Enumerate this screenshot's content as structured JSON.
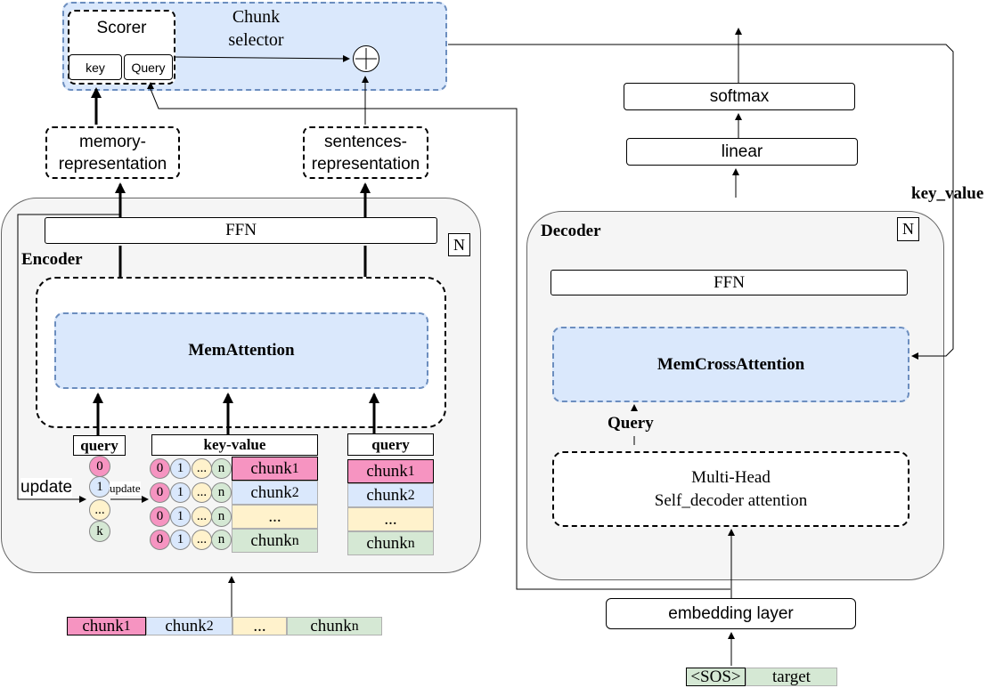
{
  "chunk_selector": {
    "title_line1": "Chunk",
    "title_line2": "selector",
    "plus": "⊕"
  },
  "scorer": {
    "title": "Scorer",
    "key": "key",
    "query": "Query"
  },
  "memory_representation": {
    "line1": "memory-",
    "line2": "representation"
  },
  "sentences_representation": {
    "line1": "sentences-",
    "line2": "representation"
  },
  "encoder": {
    "label": "Encoder",
    "ffn": "FFN",
    "n": "N",
    "mem_attention": "MemAttention",
    "update_left": "update",
    "update_small": "update"
  },
  "encoder_query_left": {
    "label": "query",
    "slots": [
      "0",
      "1",
      "...",
      "k"
    ]
  },
  "key_value": {
    "label": "key-value",
    "row_circles": [
      "0",
      "1",
      "...",
      "n"
    ],
    "chunks": [
      {
        "base": "chunk",
        "sub": "1"
      },
      {
        "base": "chunk",
        "sub": "2"
      },
      {
        "base": "...",
        "sub": ""
      },
      {
        "base": "chunk",
        "sub": "n"
      }
    ]
  },
  "encoder_query_right": {
    "label": "query",
    "chunks": [
      {
        "base": "chunk",
        "sub": "1"
      },
      {
        "base": "chunk",
        "sub": "2"
      },
      {
        "base": "...",
        "sub": ""
      },
      {
        "base": "chunk",
        "sub": "n"
      }
    ]
  },
  "input_chunks": [
    {
      "base": "chunk",
      "sub": "1"
    },
    {
      "base": "chunk",
      "sub": "2"
    },
    {
      "base": "...",
      "sub": ""
    },
    {
      "base": "chunk",
      "sub": "n"
    }
  ],
  "decoder": {
    "label": "Decoder",
    "n": "N",
    "ffn": "FFN",
    "mem_cross_attention": "MemCrossAttention",
    "query_label": "Query",
    "self_attention_line1": "Multi-Head",
    "self_attention_line2": "Self_decoder attention"
  },
  "output": {
    "softmax": "softmax",
    "linear": "linear",
    "key_value_label": "key_value"
  },
  "embedding": {
    "label": "embedding layer",
    "sos": "<SOS>",
    "target": "target"
  },
  "colors": {
    "pink": "#f694c1",
    "blue": "#dae8fc",
    "yellow": "#fff2cc",
    "green": "#d5e8d4",
    "panel": "#f5f5f5",
    "accent_border": "#6c8ebf"
  }
}
